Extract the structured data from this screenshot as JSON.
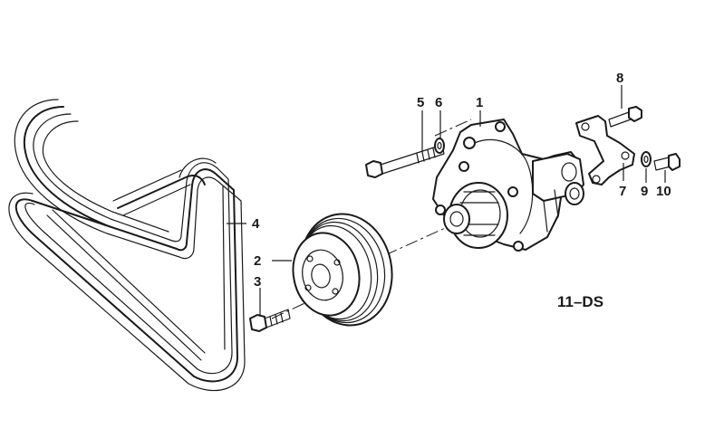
{
  "diagram": {
    "reference_code": "11–DS",
    "labels": {
      "p1": "1",
      "p2": "2",
      "p3": "3",
      "p4": "4",
      "p5": "5",
      "p6": "6",
      "p7": "7",
      "p8": "8",
      "p9": "9",
      "p10": "10"
    }
  }
}
